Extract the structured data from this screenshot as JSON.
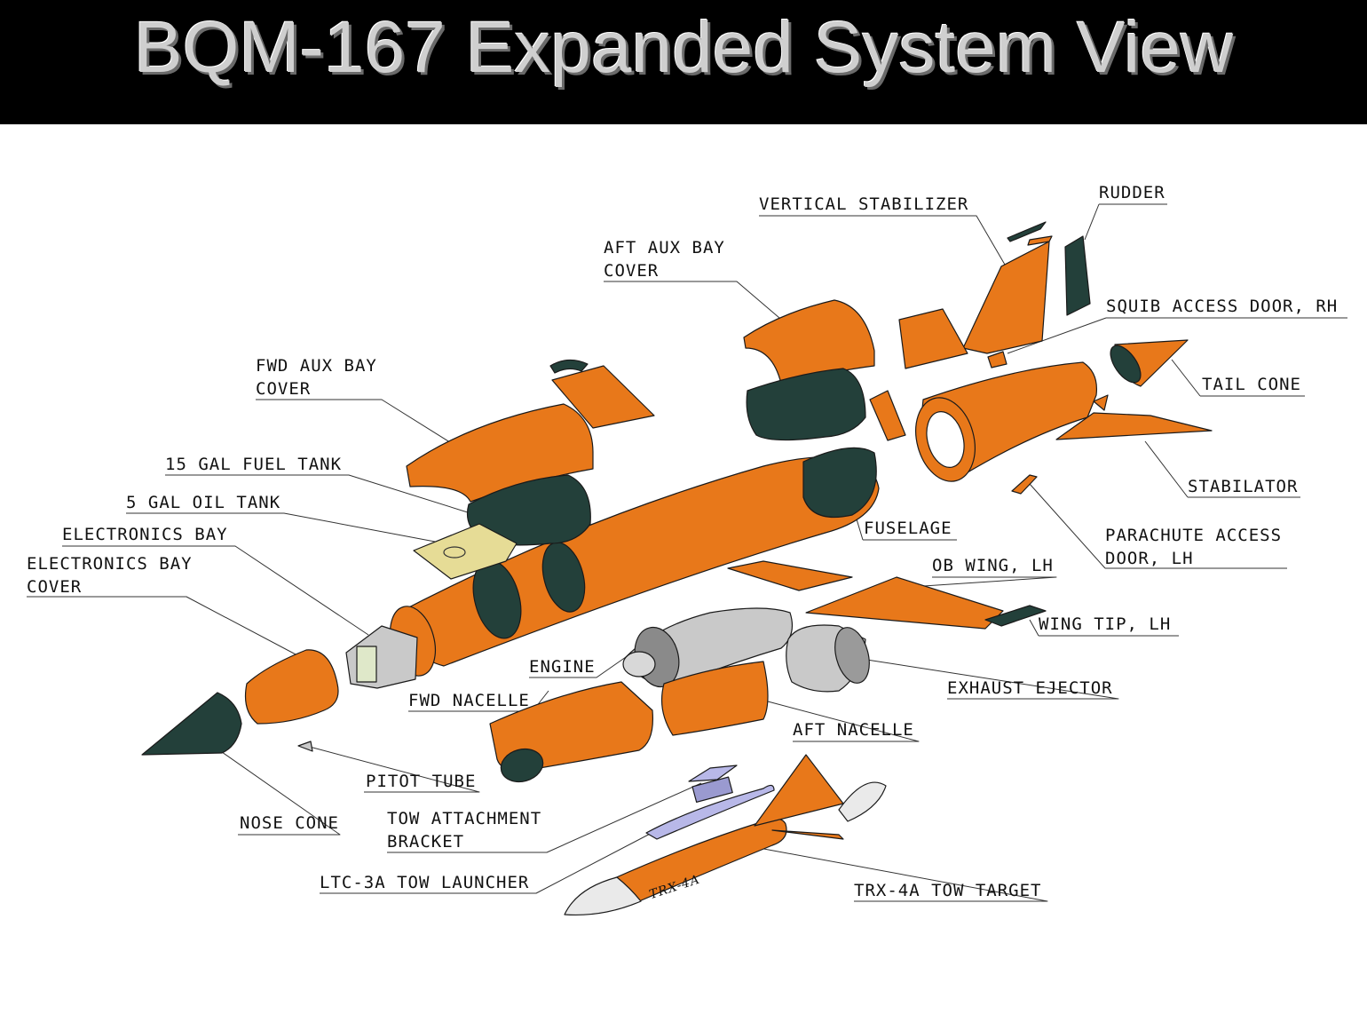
{
  "title": "BQM-167 Expanded System View",
  "colors": {
    "orange": "#e8781a",
    "dark_green": "#23403a",
    "title_bg": "#000000",
    "title_text": "#cfcfcf",
    "olive": "#e6dc96",
    "gray": "#c9c9c9",
    "lavender": "#b8b8e8"
  },
  "labels": {
    "vertical_stabilizer": "VERTICAL STABILIZER",
    "rudder": "RUDDER",
    "aft_aux_bay_cover_1": "AFT AUX BAY",
    "aft_aux_bay_cover_2": "COVER",
    "squib_access_door": "SQUIB ACCESS DOOR, RH",
    "fwd_aux_bay_cover_1": "FWD AUX BAY",
    "fwd_aux_bay_cover_2": "COVER",
    "tail_cone": "TAIL CONE",
    "fuel_tank": "15 GAL FUEL TANK",
    "oil_tank": "5 GAL OIL TANK",
    "stabilator": "STABILATOR",
    "electronics_bay": "ELECTRONICS BAY",
    "fuselage": "FUSELAGE",
    "parachute_access_door_1": "PARACHUTE ACCESS",
    "parachute_access_door_2": "DOOR, LH",
    "electronics_bay_cover_1": "ELECTRONICS BAY",
    "electronics_bay_cover_2": "COVER",
    "ob_wing": "OB WING, LH",
    "wing_tip": "WING TIP, LH",
    "engine": "ENGINE",
    "exhaust_ejector": "EXHAUST EJECTOR",
    "fwd_nacelle": "FWD NACELLE",
    "aft_nacelle": "AFT NACELLE",
    "pitot_tube": "PITOT TUBE",
    "nose_cone": "NOSE CONE",
    "tow_attachment_bracket_1": "TOW ATTACHMENT",
    "tow_attachment_bracket_2": "BRACKET",
    "tow_launcher": "LTC-3A TOW LAUNCHER",
    "tow_target": "TRX-4A TOW TARGET",
    "target_marking": "TRX-4A"
  }
}
